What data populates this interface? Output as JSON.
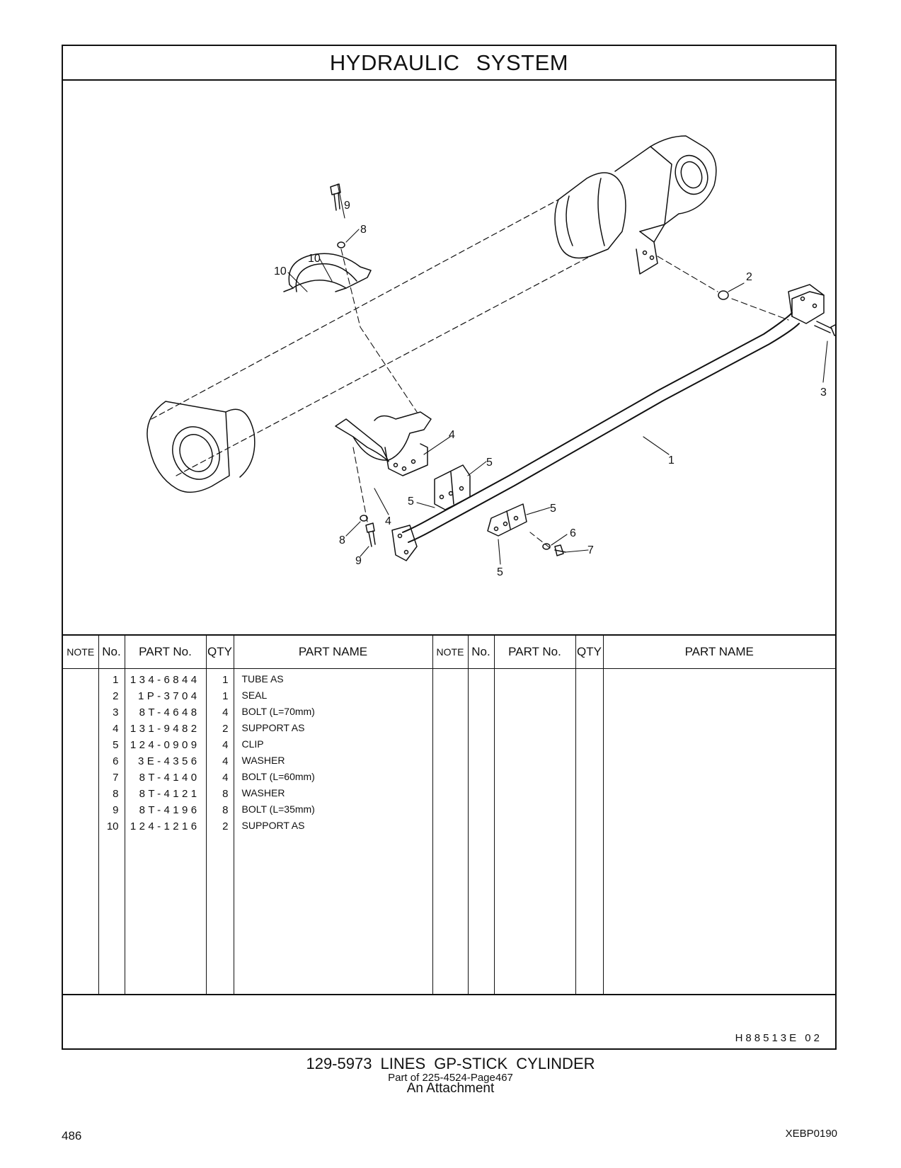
{
  "header": {
    "title": "HYDRAULIC   SYSTEM"
  },
  "callouts": [
    "9",
    "8",
    "10",
    "10",
    "2",
    "3",
    "4",
    "5",
    "1",
    "5",
    "5",
    "6",
    "7",
    "5",
    "4",
    "8",
    "9"
  ],
  "table": {
    "headers": {
      "note": "NOTE",
      "no": "No.",
      "part_no": "PART No.",
      "qty": "QTY",
      "part_name": "PART NAME"
    },
    "rows": [
      {
        "no": "1",
        "part_no": "134-6844",
        "qty": "1",
        "name": "TUBE  AS"
      },
      {
        "no": "2",
        "part_no": "1P-3704",
        "qty": "1",
        "name": "SEAL"
      },
      {
        "no": "3",
        "part_no": "8T-4648",
        "qty": "4",
        "name": "BOLT (L=70mm)"
      },
      {
        "no": "4",
        "part_no": "131-9482",
        "qty": "2",
        "name": "SUPPORT  AS"
      },
      {
        "no": "5",
        "part_no": "124-0909",
        "qty": "4",
        "name": "CLIP"
      },
      {
        "no": "6",
        "part_no": "3E-4356",
        "qty": "4",
        "name": "WASHER"
      },
      {
        "no": "7",
        "part_no": "8T-4140",
        "qty": "4",
        "name": "BOLT (L=60mm)"
      },
      {
        "no": "8",
        "part_no": "8T-4121",
        "qty": "8",
        "name": "WASHER"
      },
      {
        "no": "9",
        "part_no": "8T-4196",
        "qty": "8",
        "name": "BOLT (L=35mm)"
      },
      {
        "no": "10",
        "part_no": "124-1216",
        "qty": "2",
        "name": "SUPPORT  AS"
      }
    ]
  },
  "drawing_code": "H88513E   02",
  "footer": {
    "line1": "129-5973   LINES  GP-STICK  CYLINDER",
    "line2": "Part of 225-4524-Page467",
    "line3": "An Attachment",
    "page_number": "486",
    "doc_id": "XEBP0190"
  }
}
